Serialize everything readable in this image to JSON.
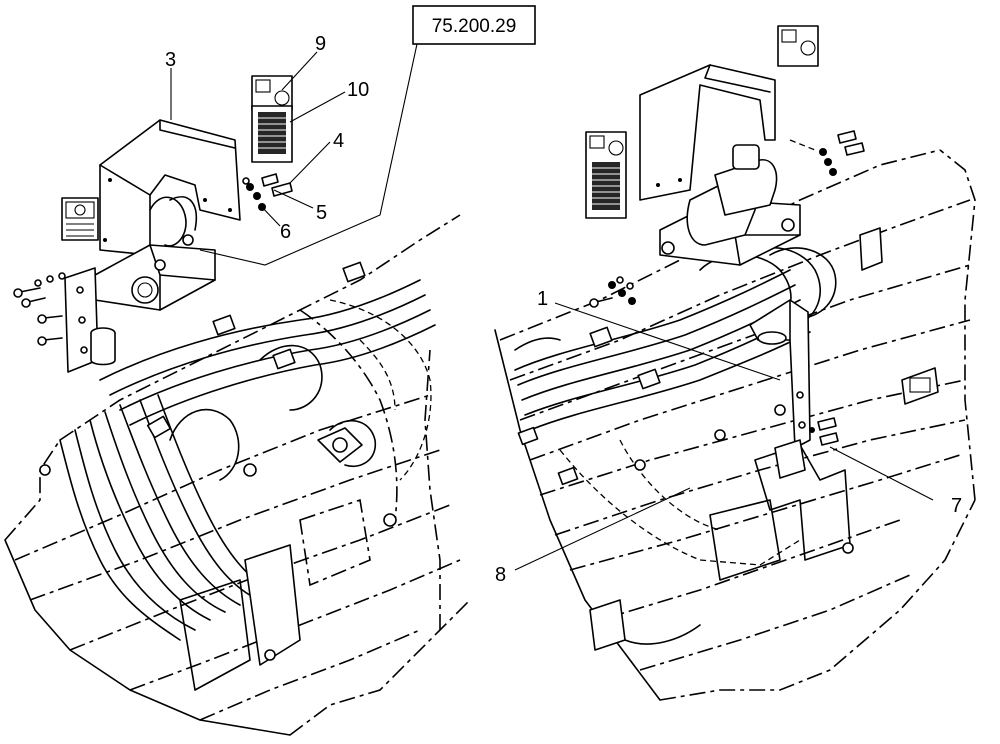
{
  "reference_box": {
    "text": "75.200.29"
  },
  "callouts": [
    {
      "id": "c1",
      "number": "1"
    },
    {
      "id": "c3",
      "number": "3"
    },
    {
      "id": "c4",
      "number": "4"
    },
    {
      "id": "c5",
      "number": "5"
    },
    {
      "id": "c6",
      "number": "6"
    },
    {
      "id": "c7",
      "number": "7"
    },
    {
      "id": "c8",
      "number": "8"
    },
    {
      "id": "c9",
      "number": "9"
    },
    {
      "id": "c10",
      "number": "10"
    }
  ]
}
